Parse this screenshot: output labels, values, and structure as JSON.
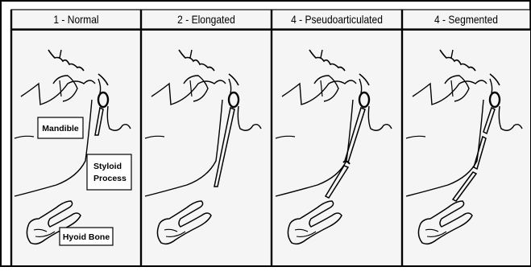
{
  "figure": {
    "panels": [
      {
        "title": "1 - Normal"
      },
      {
        "title": "2 - Elongated"
      },
      {
        "title": "4 - Pseudoarticulated"
      },
      {
        "title": "4 - Segmented"
      }
    ],
    "labels": {
      "mandible": "Mandible",
      "styloid_line1": "Styloid",
      "styloid_line2": "Process",
      "hyoid": "Hyoid Bone"
    }
  }
}
